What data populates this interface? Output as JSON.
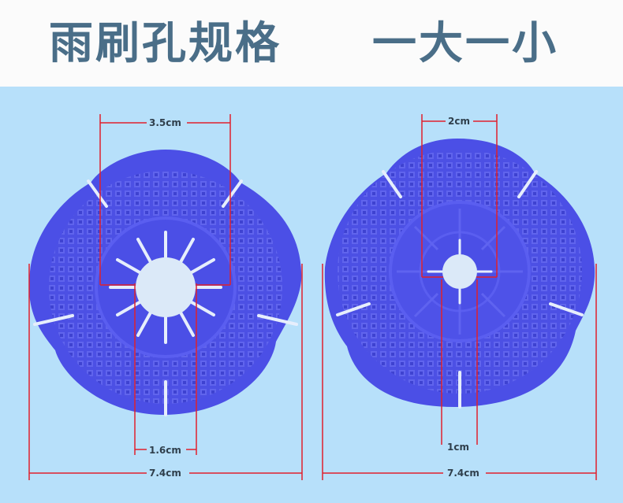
{
  "header": {
    "title_left": "雨刷孔规格",
    "title_right": "一大一小"
  },
  "products": [
    {
      "hole_diameter": "3.5cm",
      "inner_diameter": "1.6cm",
      "outer_diameter": "7.4cm"
    },
    {
      "hole_diameter": "2cm",
      "inner_diameter": "1cm",
      "outer_diameter": "7.4cm"
    }
  ],
  "colors": {
    "background_panel": "#b7e0fa",
    "product": "#4b4fe6",
    "dimension_line": "#e0202c",
    "title": "#4a6e88"
  }
}
